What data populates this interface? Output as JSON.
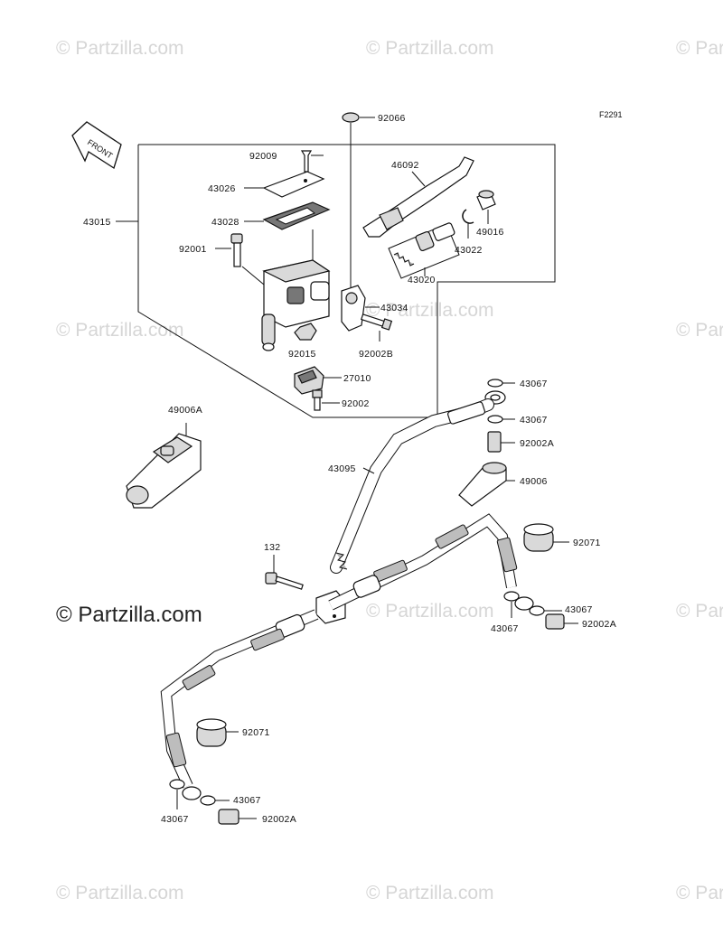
{
  "figure_id": "F2291",
  "front_label": "FRONT",
  "watermark_text": "© Partzilla.com",
  "watermark_prominent": "© Partzilla.com",
  "parts": {
    "p92066": "92066",
    "p92009": "92009",
    "p43026": "43026",
    "p43028": "43028",
    "p43015": "43015",
    "p92001": "92001",
    "p46092": "46092",
    "p49016": "49016",
    "p43022": "43022",
    "p43020": "43020",
    "p43034": "43034",
    "p92015": "92015",
    "p92002B": "92002B",
    "p27010": "27010",
    "p92002": "92002",
    "p49006A": "49006A",
    "p43067_a": "43067",
    "p43067_b": "43067",
    "p92002A_a": "92002A",
    "p49006": "49006",
    "p43095": "43095",
    "p92071_a": "92071",
    "p132": "132",
    "p43067_c": "43067",
    "p43067_d": "43067",
    "p92002A_b": "92002A",
    "p92071_b": "92071",
    "p43067_e": "43067",
    "p43067_f": "43067",
    "p92002A_c": "92002A"
  }
}
